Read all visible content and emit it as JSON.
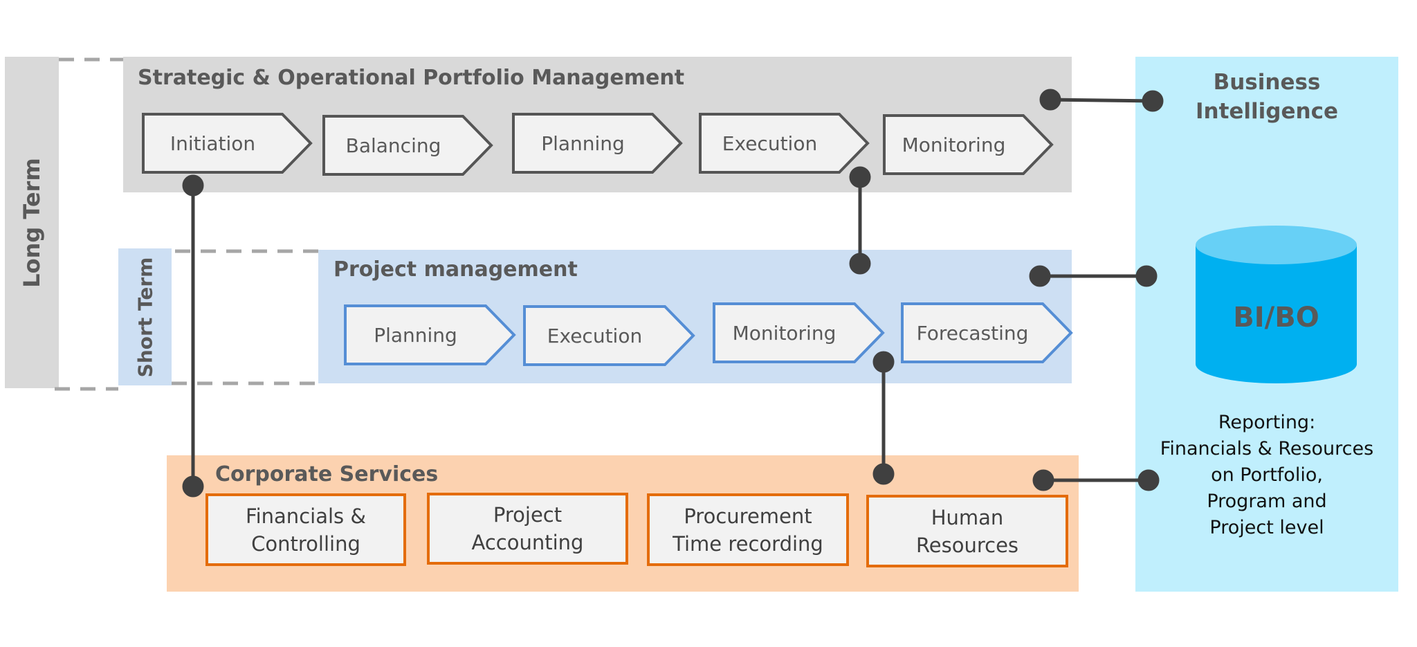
{
  "colors": {
    "strategic_bg": "#d9d9d9",
    "project_bg": "#cddff3",
    "corporate_bg": "#fcd2b0",
    "bi_bg": "#c0effd",
    "bi_cylinder_top": "#67d0f6",
    "bi_cylinder_body": "#00b0f0",
    "strategic_stroke": "#555555",
    "project_stroke": "#558ed5",
    "corporate_stroke": "#e46c0a",
    "connector": "#404040",
    "dash": "#a6a6a6"
  },
  "timeframes": {
    "long_term": "Long Term",
    "short_term": "Short Term"
  },
  "strategic": {
    "title": "Strategic & Operational Portfolio Management",
    "steps": [
      "Initiation",
      "Balancing",
      "Planning",
      "Execution",
      "Monitoring"
    ]
  },
  "project": {
    "title": "Project management",
    "steps": [
      "Planning",
      "Execution",
      "Monitoring",
      "Forecasting"
    ]
  },
  "corporate": {
    "title": "Corporate Services",
    "services": [
      "Financials &\nControlling",
      "Project\nAccounting",
      "Procurement\nTime recording",
      "Human\nResources"
    ]
  },
  "bi": {
    "title": "Business\nIntelligence",
    "database_label": "BI/BO",
    "database_icon": "database-cylinder-icon",
    "reporting": "Reporting:\nFinancials & Resources\non Portfolio,\nProgram and\nProject level"
  },
  "connections": [
    {
      "from": "strategic.Initiation",
      "to": "corporate"
    },
    {
      "from": "strategic.Execution",
      "to": "project"
    },
    {
      "from": "project.Monitoring",
      "to": "corporate"
    },
    {
      "from": "strategic",
      "to": "bi"
    },
    {
      "from": "project",
      "to": "bi"
    },
    {
      "from": "corporate",
      "to": "bi"
    }
  ]
}
